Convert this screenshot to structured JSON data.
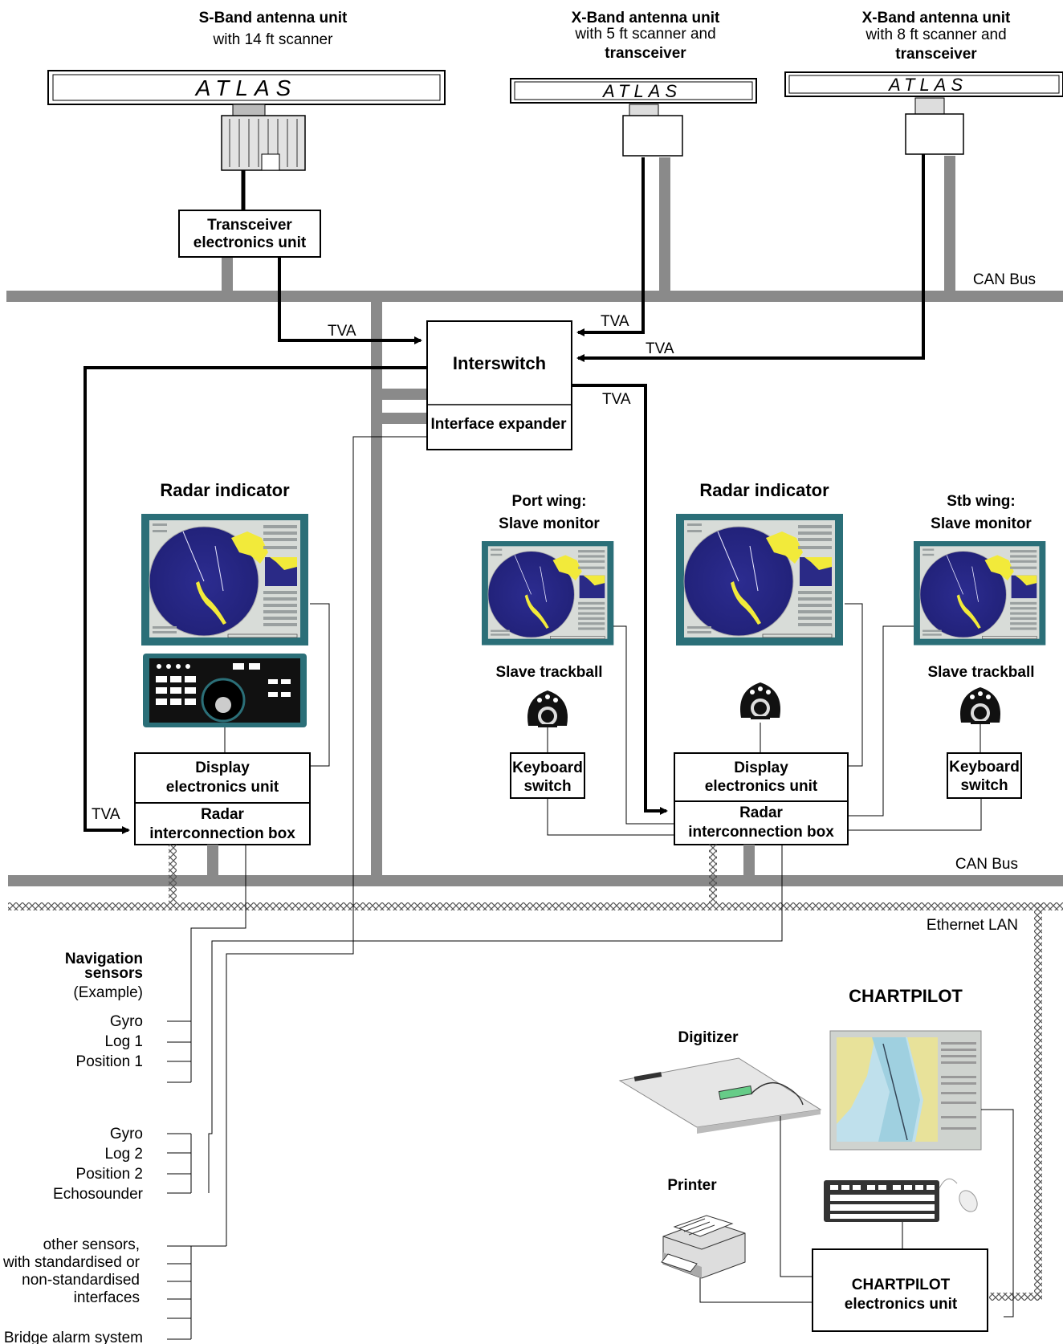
{
  "antennas": {
    "s_band": {
      "title": "S-Band antenna unit",
      "line2": "with 14 ft scanner",
      "brand": "ATLAS"
    },
    "x_band_5": {
      "title": "X-Band antenna unit",
      "line2": "with 5 ft scanner and",
      "line3": "transceiver",
      "brand": "ATLAS"
    },
    "x_band_8": {
      "title": "X-Band antenna unit",
      "line2": "with 8 ft scanner and",
      "line3": "transceiver",
      "brand": "ATLAS"
    }
  },
  "transceiver_unit": {
    "line1": "Transceiver",
    "line2": "electronics unit"
  },
  "bus": {
    "can_top": "CAN Bus",
    "can_bottom": "CAN Bus",
    "ethernet": "Ethernet LAN"
  },
  "tva": {
    "label": "TVA"
  },
  "interswitch": {
    "title": "Interswitch",
    "expander": "Interface expander"
  },
  "left_station": {
    "title": "Radar indicator",
    "deu_line1": "Display",
    "deu_line2": "electronics unit",
    "rib_line1": "Radar",
    "rib_line2": "interconnection box"
  },
  "right_station": {
    "title": "Radar indicator",
    "deu_line1": "Display",
    "deu_line2": "electronics unit",
    "rib_line1": "Radar",
    "rib_line2": "interconnection box"
  },
  "port_wing": {
    "line1": "Port wing:",
    "line2": "Slave monitor",
    "trackball": "Slave trackball",
    "ks_line1": "Keyboard",
    "ks_line2": "switch"
  },
  "stb_wing": {
    "line1": "Stb wing:",
    "line2": "Slave monitor",
    "trackball": "Slave trackball",
    "ks_line1": "Keyboard",
    "ks_line2": "switch"
  },
  "nav_sensors": {
    "heading1": "Navigation",
    "heading2": "sensors",
    "heading3": "(Example)",
    "group1": [
      "Gyro",
      "Log 1",
      "Position 1"
    ],
    "group2": [
      "Gyro",
      "Log 2",
      "Position 2",
      "Echosounder"
    ],
    "other": [
      "other sensors,",
      "with standardised or",
      "non-standardised",
      "interfaces"
    ],
    "bridge_alarm": "Bridge alarm system"
  },
  "chartpilot": {
    "title": "CHARTPILOT",
    "digitizer": "Digitizer",
    "printer": "Printer",
    "unit_line1": "CHARTPILOT",
    "unit_line2": "electronics unit"
  },
  "colors": {
    "bus_gray": "#8a8a8a",
    "radar_frame": "#2b6f78",
    "radar_disc": "#2a2a86",
    "echo_yellow": "#f2ea3a",
    "panel_dark": "#1f3f45"
  }
}
